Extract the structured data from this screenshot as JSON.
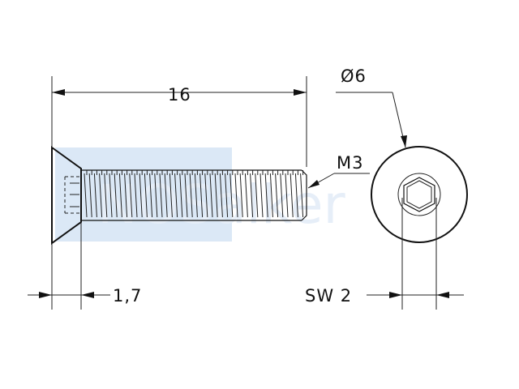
{
  "drawing": {
    "watermark_text": "NOSalker",
    "colors": {
      "line": "#111111",
      "watermark": "#cfe0f3"
    },
    "dimensions": {
      "length": "16",
      "head_diameter": "Ø6",
      "thread": "M3",
      "head_height": "1,7",
      "drive_size": "SW 2"
    }
  }
}
